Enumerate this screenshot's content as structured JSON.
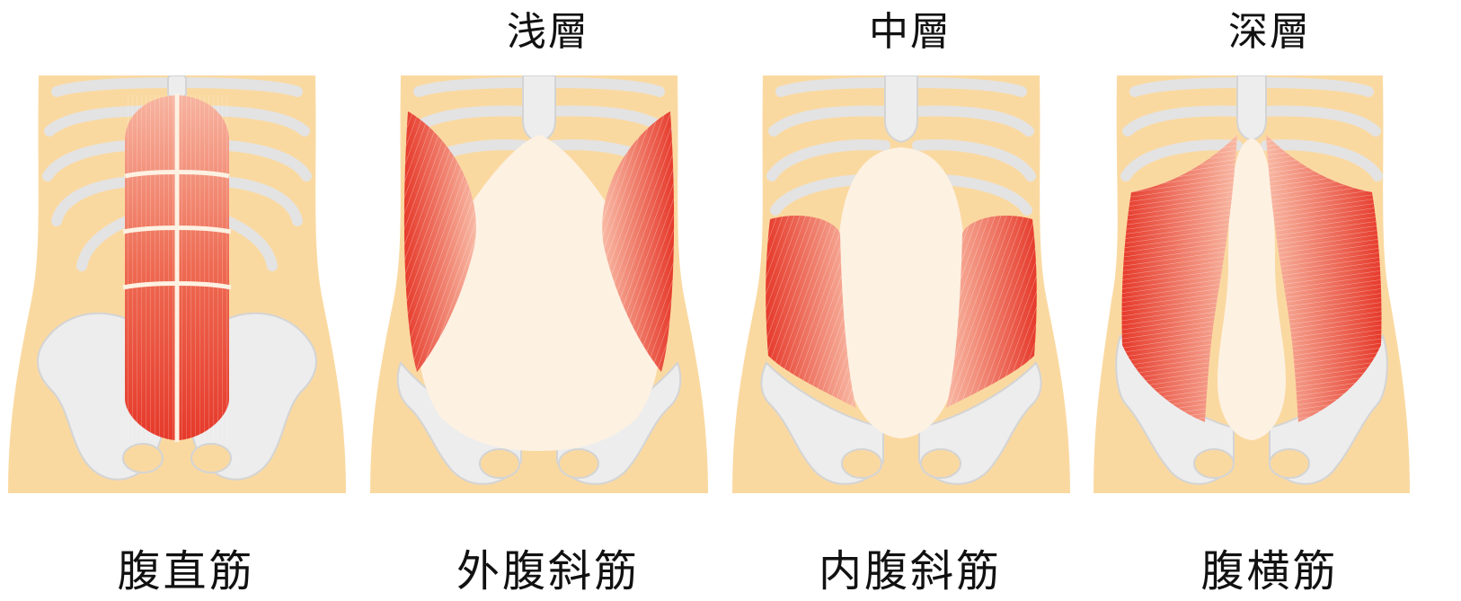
{
  "panels": [
    {
      "layer": "",
      "muscle": "腹直筋"
    },
    {
      "layer": "浅層",
      "muscle": "外腹斜筋"
    },
    {
      "layer": "中層",
      "muscle": "内腹斜筋"
    },
    {
      "layer": "深層",
      "muscle": "腹横筋"
    }
  ],
  "colors": {
    "skin": "#FAD9A1",
    "bone": "#EDEDED",
    "bone_outline": "#D4D4D4",
    "fascia": "#FDF1E2",
    "muscle_light": "#F6A48A",
    "muscle_deep": "#E93A2C"
  }
}
